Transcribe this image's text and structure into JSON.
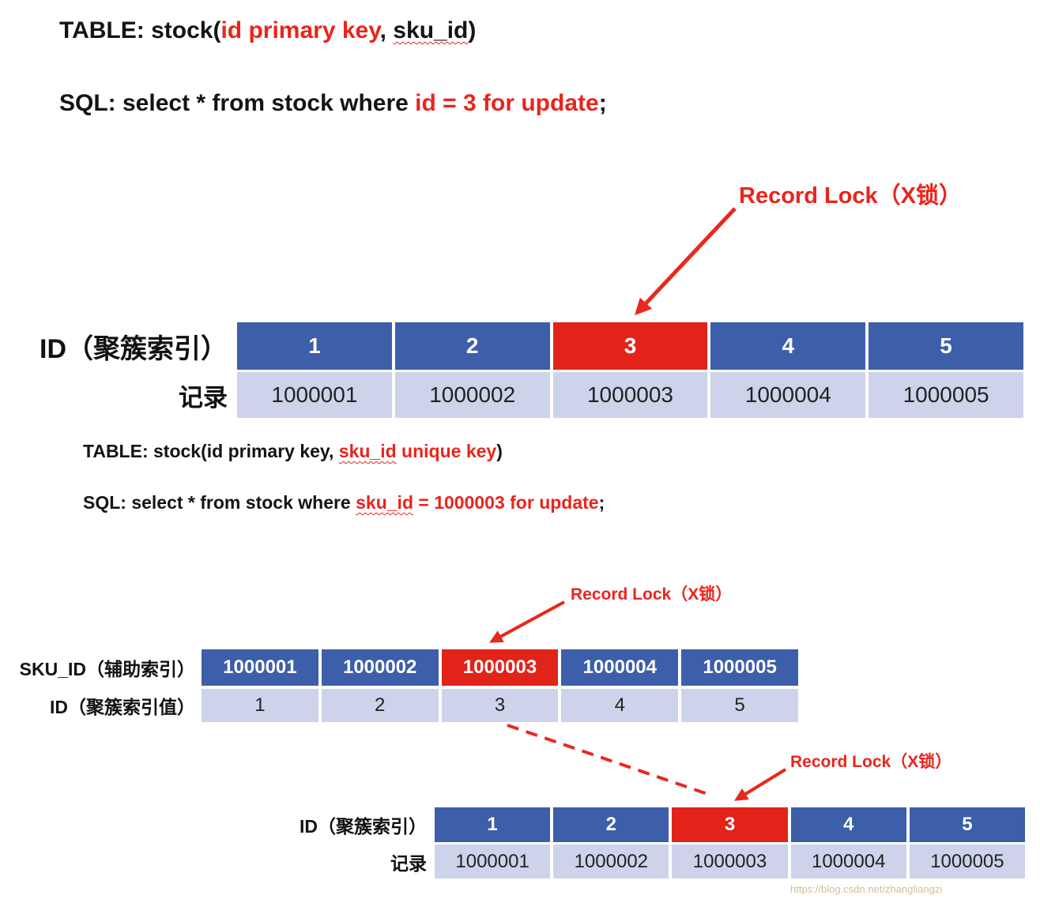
{
  "colors": {
    "index_blue": "#3d5ea9",
    "lock_red_cell": "#e2231a",
    "record_lavender": "#cdd3ea",
    "accent_red_text": "#ea241c"
  },
  "section1": {
    "table_line": {
      "p1": "TABLE: stock(",
      "red1": "id primary key",
      "p2": ", ",
      "sku": "sku_id",
      "p3": ")"
    },
    "sql_line": {
      "p1": "SQL: select * from stock where ",
      "red1": "id = 3 for update",
      "p2": ";"
    },
    "lock_label": "Record Lock（X锁）",
    "row1_label": "ID（聚簇索引）",
    "row2_label": "记录",
    "index_cells": [
      "1",
      "2",
      "3",
      "4",
      "5"
    ],
    "record_cells": [
      "1000001",
      "1000002",
      "1000003",
      "1000004",
      "1000005"
    ]
  },
  "section2": {
    "table_line": {
      "p1": "TABLE: stock(id primary key, ",
      "sku_red": "sku_id",
      "red1": " unique key",
      "p2": ")"
    },
    "sql_line": {
      "p1": "SQL: select * from stock where ",
      "sku_red": "sku_id",
      "red1": " = 1000003 for update",
      "p2": ";"
    },
    "lock_label": "Record Lock（X锁）",
    "row1_label": "SKU_ID（辅助索引）",
    "row2_label": "ID（聚簇索引值）",
    "sku_cells": [
      "1000001",
      "1000002",
      "1000003",
      "1000004",
      "1000005"
    ],
    "id_cells": [
      "1",
      "2",
      "3",
      "4",
      "5"
    ]
  },
  "section3": {
    "lock_label": "Record Lock（X锁）",
    "row1_label": "ID（聚簇索引）",
    "row2_label": "记录",
    "index_cells": [
      "1",
      "2",
      "3",
      "4",
      "5"
    ],
    "record_cells": [
      "1000001",
      "1000002",
      "1000003",
      "1000004",
      "1000005"
    ]
  },
  "watermark": "https://blog.csdn.net/zhangliangzi"
}
